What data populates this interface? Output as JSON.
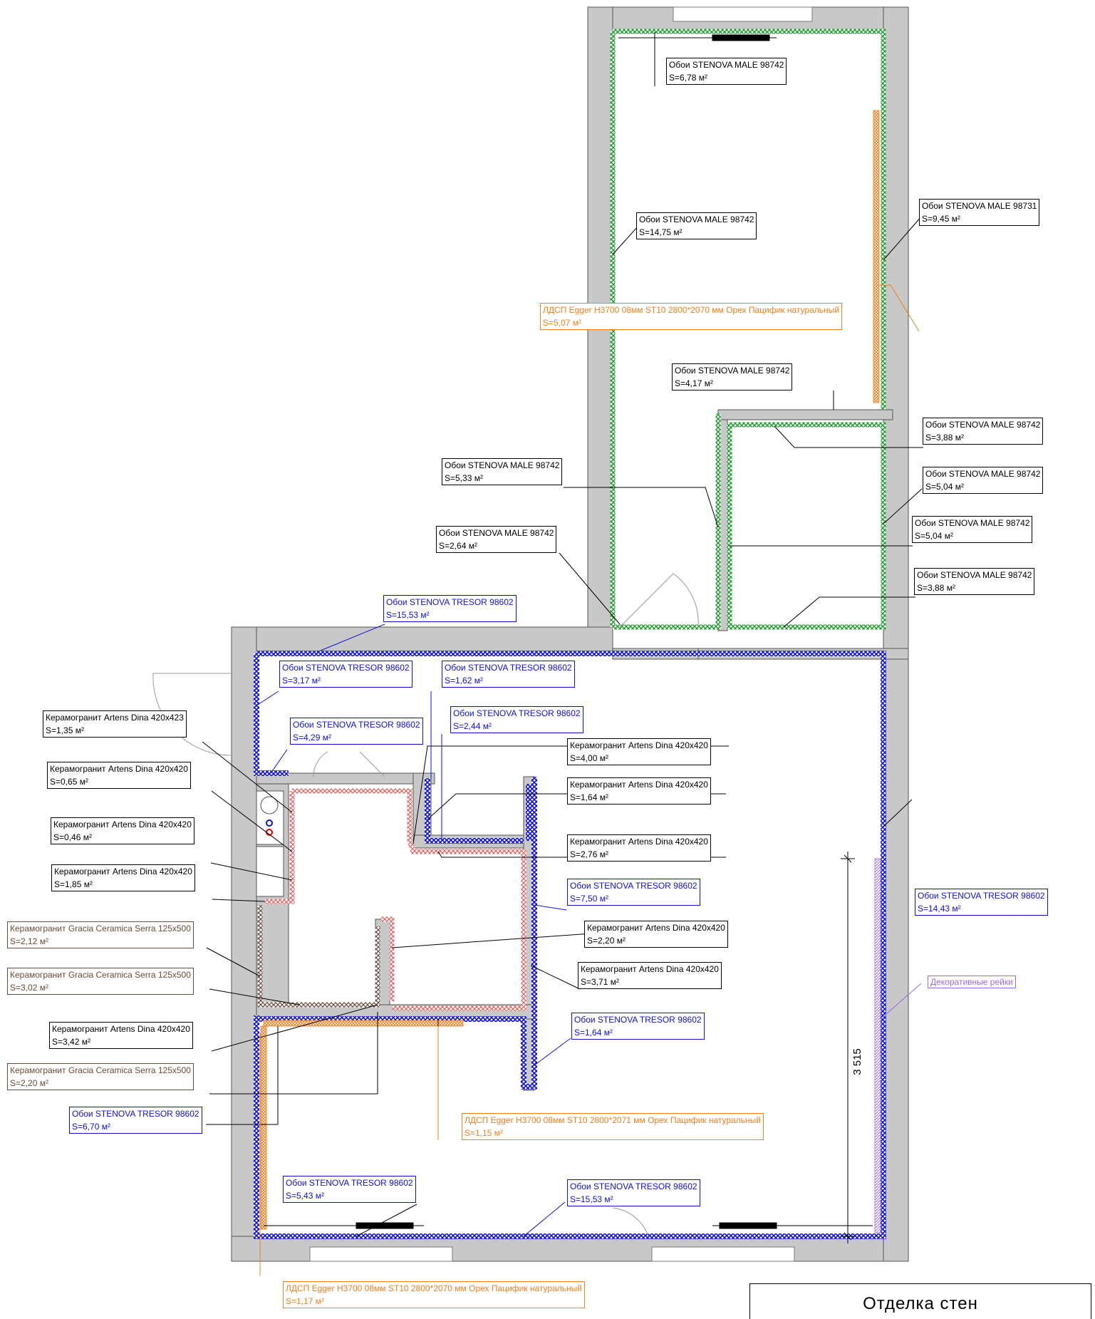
{
  "labels": [
    {
      "name": "Обои STENOVA MALE 98742",
      "area": "S=6,78 м²",
      "kind": "wall_green"
    },
    {
      "name": "Обои STENOVA MALE 98742",
      "area": "S=14,75 м²",
      "kind": "wall_green"
    },
    {
      "name": "Обои STENOVA MALE 98731",
      "area": "S=9,45 м²",
      "kind": "wall_green"
    },
    {
      "name": "ЛДСП Egger H3700 08мм ST10 2800*2070 мм Орех Пацифик натуральный",
      "area": "S=5,07 м²",
      "kind": "ldsp"
    },
    {
      "name": "Обои STENOVA MALE 98742",
      "area": "S=4,17 м²",
      "kind": "wall_green"
    },
    {
      "name": "Обои STENOVA MALE 98742",
      "area": "S=3,88 м²",
      "kind": "wall_green"
    },
    {
      "name": "Обои STENOVA MALE 98742",
      "area": "S=5,33 м²",
      "kind": "wall_green"
    },
    {
      "name": "Обои STENOVA MALE 98742",
      "area": "S=5,04 м²",
      "kind": "wall_green"
    },
    {
      "name": "Обои STENOVA MALE 98742",
      "area": "S=5,04 м²",
      "kind": "wall_green"
    },
    {
      "name": "Обои STENOVA MALE 98742",
      "area": "S=2,64 м²",
      "kind": "wall_green"
    },
    {
      "name": "Обои STENOVA MALE 98742",
      "area": "S=3,88 м²",
      "kind": "wall_green"
    },
    {
      "name": "Обои STENOVA TRESOR 98602",
      "area": "S=15,53 м²",
      "kind": "wall_blue"
    },
    {
      "name": "Обои STENOVA TRESOR 98602",
      "area": "S=3,17 м²",
      "kind": "wall_blue"
    },
    {
      "name": "Обои STENOVA TRESOR 98602",
      "area": "S=1,62 м²",
      "kind": "wall_blue"
    },
    {
      "name": "Керамогранит Artens Dina 420x423",
      "area": "S=1,35 м²",
      "kind": "tile"
    },
    {
      "name": "Обои STENOVA TRESOR 98602",
      "area": "S=4,29 м²",
      "kind": "wall_blue"
    },
    {
      "name": "Обои STENOVA TRESOR 98602",
      "area": "S=2,44 м²",
      "kind": "wall_blue"
    },
    {
      "name": "Керамогранит Artens Dina 420x420",
      "area": "S=4,00 м²",
      "kind": "tile"
    },
    {
      "name": "Керамогранит Artens Dina 420x420",
      "area": "S=0,65 м²",
      "kind": "tile"
    },
    {
      "name": "Керамогранит Artens Dina 420x420",
      "area": "S=1,64 м²",
      "kind": "tile"
    },
    {
      "name": "Керамогранит Artens Dina 420x420",
      "area": "S=0,46 м²",
      "kind": "tile"
    },
    {
      "name": "Керамогранит Artens Dina 420x420",
      "area": "S=2,76 м²",
      "kind": "tile"
    },
    {
      "name": "Керамогранит Artens Dina 420x420",
      "area": "S=1,85 м²",
      "kind": "tile"
    },
    {
      "name": "Обои STENOVA TRESOR 98602",
      "area": "S=7,50 м²",
      "kind": "wall_blue"
    },
    {
      "name": "Обои STENOVA TRESOR 98602",
      "area": "S=14,43 м²",
      "kind": "wall_blue"
    },
    {
      "name": "Керамогранит Gracia Ceramica Serra 125x500",
      "area": "S=2,12 м²",
      "kind": "gracia"
    },
    {
      "name": "Керамогранит Artens Dina 420x420",
      "area": "S=2,20 м²",
      "kind": "tile"
    },
    {
      "name": "Керамогранит Gracia Ceramica Serra 125x500",
      "area": "S=3,02 м²",
      "kind": "gracia"
    },
    {
      "name": "Керамогранит Artens Dina 420x420",
      "area": "S=3,71 м²",
      "kind": "tile"
    },
    {
      "name": "Обои STENOVA TRESOR 98602",
      "area": "S=1,64 м²",
      "kind": "wall_blue"
    },
    {
      "name": "Керамогранит Artens Dina 420x420",
      "area": "S=3,42 м²",
      "kind": "tile"
    },
    {
      "name": "Керамогранит Gracia Ceramica Serra 125x500",
      "area": "S=2,20 м²",
      "kind": "gracia"
    },
    {
      "name": "Обои STENOVA TRESOR 98602",
      "area": "S=6,70 м²",
      "kind": "wall_blue"
    },
    {
      "name": "ЛДСП Egger H3700 08мм ST10 2800*2071 мм Орех Пацифик натуральный",
      "area": "S=1,15 м²",
      "kind": "ldsp"
    },
    {
      "name": "Обои STENOVA TRESOR 98602",
      "area": "S=5,43 м²",
      "kind": "wall_blue"
    },
    {
      "name": "Обои STENOVA TRESOR 98602",
      "area": "S=15,53 м²",
      "kind": "wall_blue"
    },
    {
      "name": "ЛДСП Egger H3700 08мм ST10 2800*2070 мм Орех Пацифик натуральный",
      "area": "S=1,17 м²",
      "kind": "ldsp"
    }
  ],
  "decor_tag": "Декоративные рейки",
  "dimension": "3 515",
  "title_block": "Отделка стен",
  "colors": {
    "wall": "#c8c8c8",
    "green_finish": "#1a9a2a",
    "blue_finish": "#1010dd",
    "tile_finish": "#e06060",
    "gracia_finish": "#6b4a3a",
    "ldsp_finish": "#f08020",
    "decor_finish": "#9b6bdc"
  }
}
